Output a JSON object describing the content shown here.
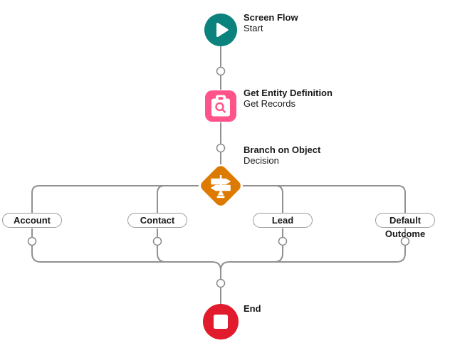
{
  "flow": {
    "nodes": [
      {
        "id": "start",
        "title": "Screen Flow",
        "subtitle": "Start"
      },
      {
        "id": "get-records",
        "title": "Get Entity Definition",
        "subtitle": "Get Records"
      },
      {
        "id": "decision",
        "title": "Branch on Object",
        "subtitle": "Decision"
      },
      {
        "id": "end",
        "title": "End",
        "subtitle": ""
      }
    ],
    "branches": [
      {
        "label": "Account"
      },
      {
        "label": "Contact"
      },
      {
        "label": "Lead"
      },
      {
        "label": "Default Outcome"
      }
    ],
    "icons": {
      "start": "play-icon",
      "get_records": "record-lookup-icon",
      "decision": "signpost-icon",
      "end": "stop-icon"
    },
    "colors": {
      "start_teal": "#0b827c",
      "get_records_pink": "#ff538a",
      "decision_orange": "#dd7a01",
      "end_red": "#e11b2d",
      "connector_gray": "#919191",
      "background": "#ffffff",
      "text": "#181818"
    }
  }
}
